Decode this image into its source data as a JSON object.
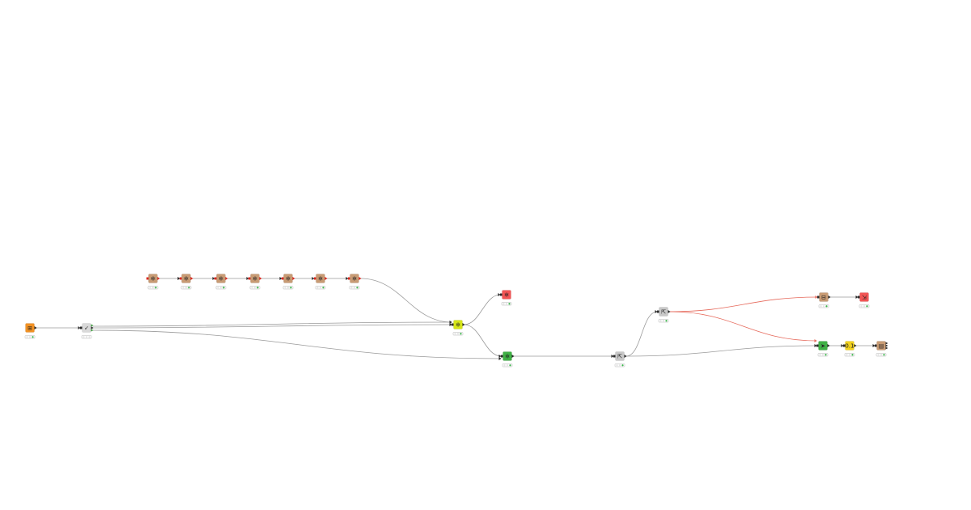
{
  "workflow": {
    "nodes": [
      {
        "id": "n-file-reader",
        "kind": "source",
        "color": "#f29224",
        "glyph": "⊞",
        "status": "green"
      },
      {
        "id": "n-column-filter",
        "kind": "manip",
        "color": "#d9d9d9",
        "glyph": "✓",
        "status": "none"
      },
      {
        "id": "n-meta-1",
        "kind": "metanode",
        "color": "#c89b74",
        "glyph": "✲",
        "status": "green"
      },
      {
        "id": "n-meta-2",
        "kind": "metanode",
        "color": "#c89b74",
        "glyph": "✲",
        "status": "green"
      },
      {
        "id": "n-meta-3",
        "kind": "metanode",
        "color": "#c89b74",
        "glyph": "✲",
        "status": "green"
      },
      {
        "id": "n-meta-4",
        "kind": "metanode",
        "color": "#c89b74",
        "glyph": "✲",
        "status": "green"
      },
      {
        "id": "n-meta-5",
        "kind": "metanode",
        "color": "#c89b74",
        "glyph": "✲",
        "status": "green"
      },
      {
        "id": "n-meta-6",
        "kind": "metanode",
        "color": "#c89b74",
        "glyph": "✲",
        "status": "green"
      },
      {
        "id": "n-meta-7",
        "kind": "metanode",
        "color": "#c89b74",
        "glyph": "✲",
        "status": "green"
      },
      {
        "id": "n-loop",
        "kind": "loop",
        "color": "#d6e619",
        "glyph": "✲",
        "status": "green"
      },
      {
        "id": "n-view",
        "kind": "view",
        "color": "#f25555",
        "glyph": "✲",
        "status": "green"
      },
      {
        "id": "n-learner",
        "kind": "learner",
        "color": "#3fb045",
        "glyph": "✲",
        "status": "green"
      },
      {
        "id": "n-partition",
        "kind": "manip",
        "color": "#c8c8c8",
        "glyph": "⇱",
        "status": "green"
      },
      {
        "id": "n-split",
        "kind": "manip",
        "color": "#c8c8c8",
        "glyph": "⇱",
        "status": "green"
      },
      {
        "id": "n-scorer",
        "kind": "other",
        "color": "#c89b74",
        "glyph": "⊟",
        "status": "green"
      },
      {
        "id": "n-report",
        "kind": "view",
        "color": "#f25555",
        "glyph": "⇲",
        "status": "green"
      },
      {
        "id": "n-predictor",
        "kind": "predictor",
        "color": "#3fb045",
        "glyph": "➤",
        "status": "green"
      },
      {
        "id": "n-number-formatter",
        "kind": "manip",
        "color": "#f2d21e",
        "glyph": "0.1",
        "status": "green"
      },
      {
        "id": "n-writer",
        "kind": "sink",
        "color": "#c89b74",
        "glyph": "▤",
        "status": "green"
      }
    ],
    "colors": {
      "edge": "#9a9a9a",
      "edge_flow_variable": "#e66a5c",
      "status_ok": "#3ab54a",
      "port_data": "#2a2a2a",
      "port_variable": "#d9241c"
    }
  }
}
